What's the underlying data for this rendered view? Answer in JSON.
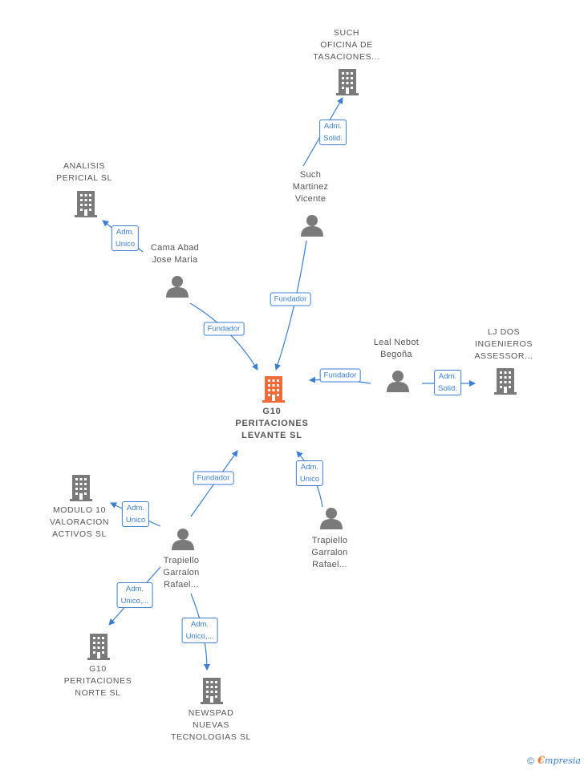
{
  "nodes": {
    "such_oficina": "SUCH\nOFICINA DE\nTASACIONES...",
    "analisis": "ANALISIS\nPERICIAL SL",
    "such_martinez": "Such\nMartinez\nVicente",
    "cama_abad": "Cama Abad\nJose Maria",
    "leal_nebot": "Leal Nebot\nBegoña",
    "lj_dos": "LJ DOS\nINGENIEROS\nASSESSOR...",
    "g10_levante": "G10\nPERITACIONES\nLEVANTE  SL",
    "modulo10": "MODULO 10\nVALORACION\nACTIVOS SL",
    "trapiello_1": "Trapiello\nGarralon\nRafael...",
    "trapiello_2": "Trapiello\nGarralon\nRafael...",
    "g10_norte": "G10\nPERITACIONES\nNORTE  SL",
    "newspad": "NEWSPAD\nNUEVAS\nTECNOLOGIAS SL"
  },
  "edge_labels": {
    "such_to_oficina": "Adm.\nSolid.",
    "cama_to_analisis": "Adm.\nUnico",
    "such_fundador": "Fundador",
    "cama_fundador": "Fundador",
    "leal_fundador": "Fundador",
    "leal_to_lj": "Adm.\nSolid.",
    "trap2_to_g10": "Adm.\nUnico",
    "trap1_fundador": "Fundador",
    "trap1_to_modulo": "Adm.\nUnico",
    "trap1_to_norte": "Adm.\nUnico,...",
    "trap1_to_newspad": "Adm.\nUnico,..."
  },
  "colors": {
    "edge": "#3a7fd0",
    "node_icon": "#7a7a7a",
    "main_icon": "#f26a35"
  },
  "footer": {
    "copyright": "©",
    "brand_initial": "€",
    "brand_rest": "mpresia"
  }
}
